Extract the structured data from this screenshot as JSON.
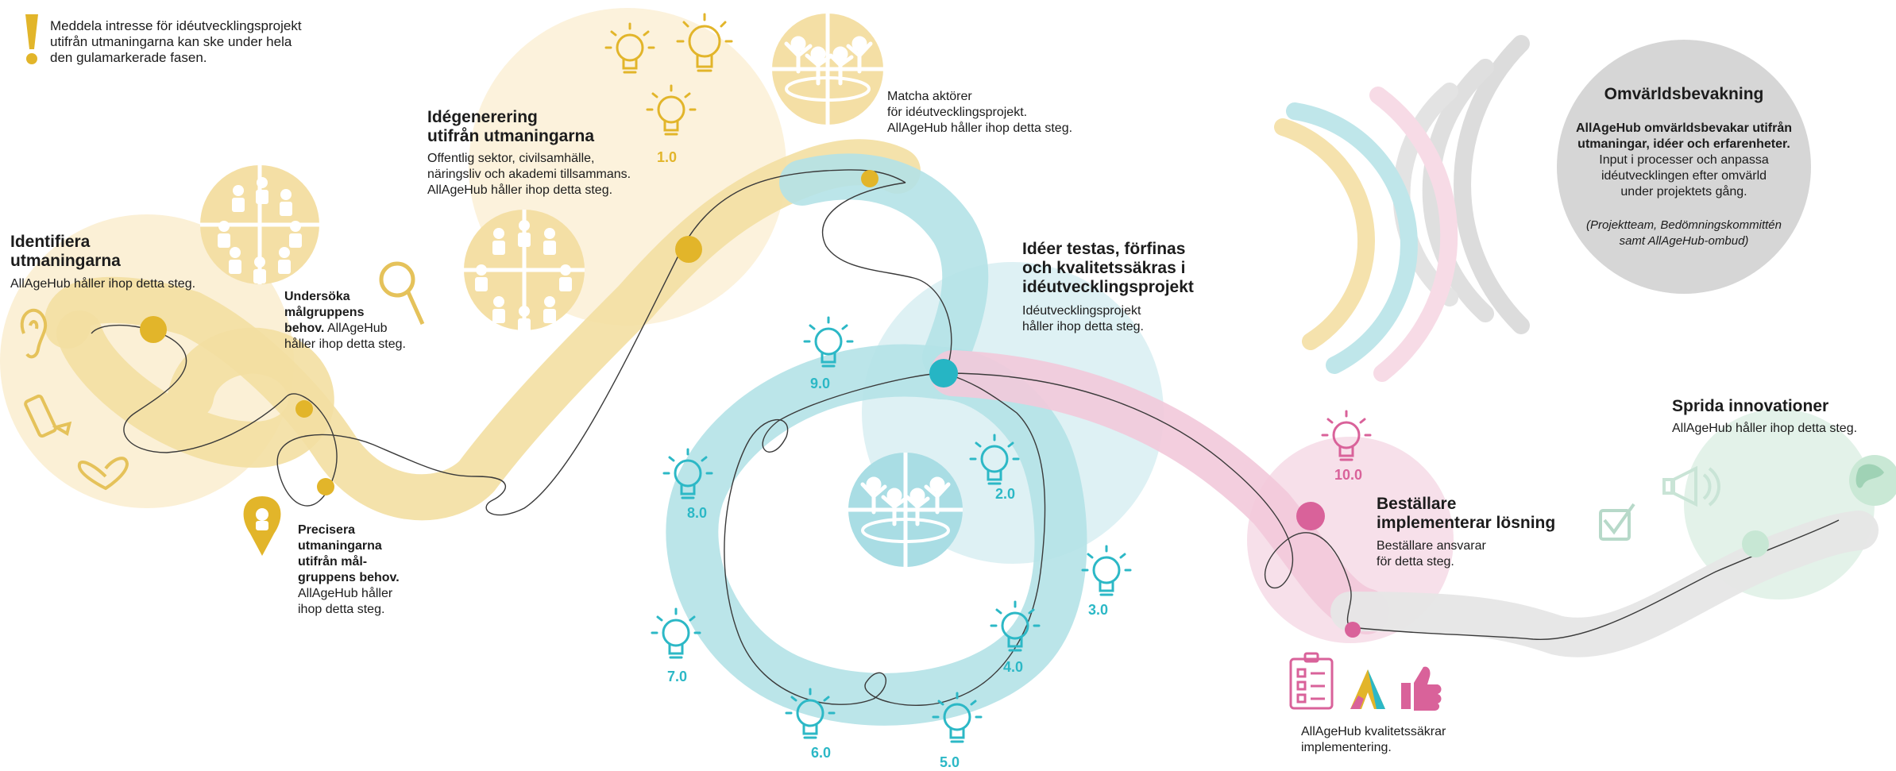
{
  "colors": {
    "yellow": "#e9c244",
    "yellow_light": "#f5e2ad",
    "yellow_pale": "#fbf0d6",
    "teal": "#2cb8c6",
    "teal_light": "#a8dde3",
    "teal_pale": "#d8eff2",
    "pink": "#d45b8e",
    "pink_light": "#f1c7d8",
    "grey_circle": "#dadada",
    "grey_band": "#e6e6e6",
    "green_pale": "#dcefe4"
  },
  "note": {
    "text": "Meddela intresse för idéutvecklingsprojekt\nutifrån utmaningarna kan ske under hela\nden gulamarkerade fasen."
  },
  "steps": {
    "identifiera": {
      "title": "Identifiera\nutmaningarna",
      "body": "AllAgeHub håller ihop detta steg."
    },
    "undersoka": {
      "title": "Undersöka\nmålgruppens\nbehov.",
      "body": "AllAgeHub\nhåller ihop detta steg."
    },
    "precisera": {
      "title": "Precisera\nutmaningarna\nutifrån mål-\ngruppens behov.",
      "body": "AllAgeHub håller\nihop detta steg."
    },
    "idegenerering": {
      "title": "Idégenerering\nutifrån utmaningarna",
      "body": "Offentlig sektor, civilsamhälle,\nnäringsliv och akademi tillsammans.\nAllAgeHub håller ihop detta steg."
    },
    "matcha": {
      "title": "Matcha aktörer\nför idéutvecklingsprojekt.",
      "body": "AllAgeHub håller ihop detta steg."
    },
    "ideer_testas": {
      "title": "Idéer testas, förfinas\noch kvalitetssäkras i\nidéutvecklingsprojekt",
      "body": "Idéutvecklingsprojekt\nhåller ihop detta steg."
    },
    "bestallare": {
      "title": "Beställare\nimplementerar lösning",
      "body": "Beställare ansvarar\nför detta steg."
    },
    "kvalitet": {
      "body": "AllAgeHub kvalitetssäkrar\nimplementering."
    },
    "sprida": {
      "title": "Sprida innovationer",
      "body": "AllAgeHub håller ihop detta steg."
    },
    "omvarld": {
      "title": "Omvärldsbevakning",
      "lead": "AllAgeHub omvärldsbevakar utifrån\nutmaningar, idéer och erfarenheter.",
      "body": "Input i processer och anpassa\nidéutvecklingen efter omvärld\nunder projektets gång.",
      "note": "(Projektteam, Bedömningskommittén\nsamt AllAgeHub-ombud)"
    }
  },
  "version_labels": {
    "v1": "1.0",
    "v2": "2.0",
    "v3": "3.0",
    "v4": "4.0",
    "v5": "5.0",
    "v6": "6.0",
    "v7": "7.0",
    "v8": "8.0",
    "v9": "9.0",
    "v10": "10.0"
  }
}
